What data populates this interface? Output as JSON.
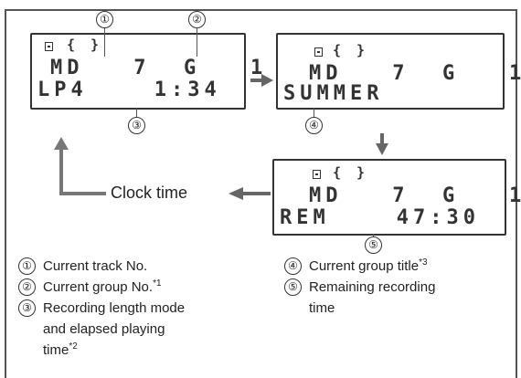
{
  "displays": {
    "display1": {
      "top_line": "MD   7  G   1",
      "bottom_line": "LP4    1:34"
    },
    "display2": {
      "top_line": "MD   7  G   1",
      "bottom_line": "SUMMER"
    },
    "display3": {
      "top_line": "MD   7  G   1",
      "bottom_line": "REM    47:30"
    }
  },
  "callouts": [
    "①",
    "②",
    "③",
    "④",
    "⑤"
  ],
  "clock_label": "Clock time",
  "legend": [
    {
      "num": "1",
      "text": "Current track No.",
      "note": ""
    },
    {
      "num": "2",
      "text": "Current group No.",
      "note": "*1"
    },
    {
      "num": "3",
      "text": "Recording length mode",
      "note": ""
    },
    {
      "num": "",
      "text": "and elapsed playing",
      "note": ""
    },
    {
      "num": "",
      "text": "time",
      "note": "*2"
    },
    {
      "num": "4",
      "text": "Current group title",
      "note": "*3"
    },
    {
      "num": "5",
      "text": "Remaining recording",
      "note": ""
    },
    {
      "num": "",
      "text": "time",
      "note": ""
    }
  ],
  "colors": {
    "frame": "#555555",
    "arrow": "#666666",
    "lcd_text": "#333333"
  }
}
